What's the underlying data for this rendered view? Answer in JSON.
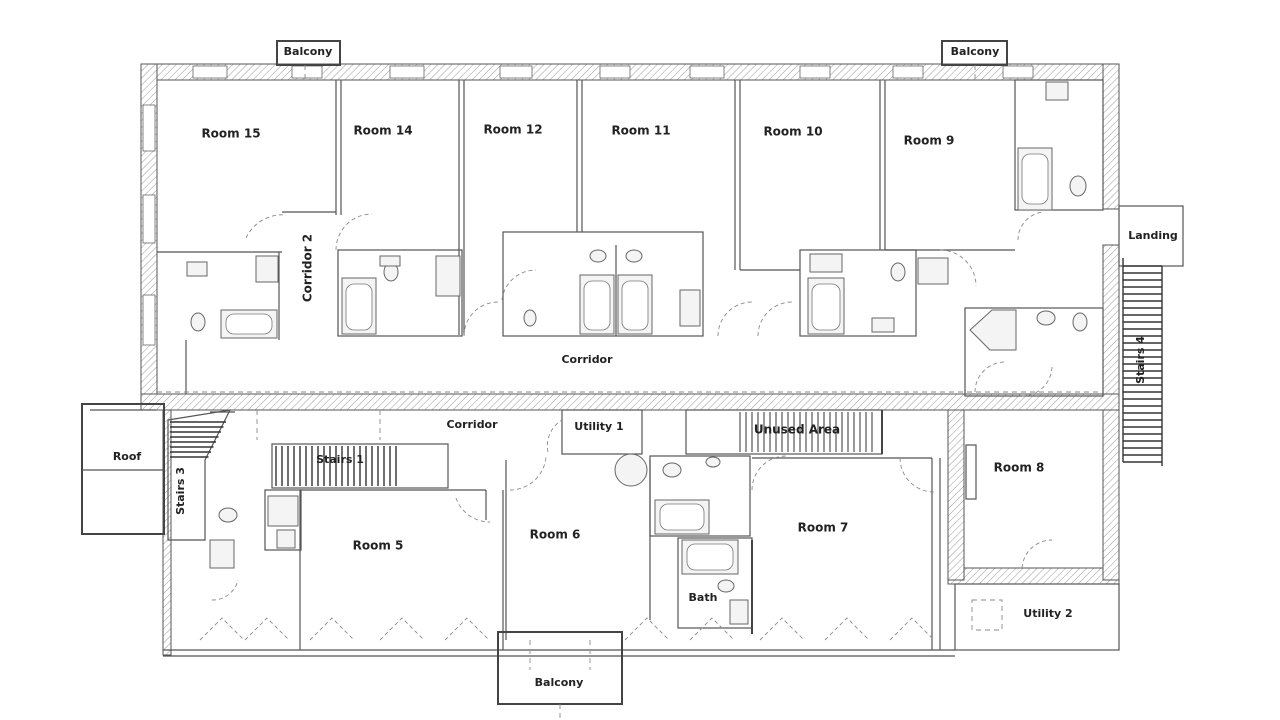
{
  "plan": {
    "rooms": {
      "room_15": "Room 15",
      "room_14": "Room 14",
      "room_12": "Room 12",
      "room_11": "Room 11",
      "room_10": "Room 10",
      "room_9": "Room 9",
      "room_8": "Room 8",
      "room_7": "Room 7",
      "room_6": "Room 6",
      "room_5": "Room 5"
    },
    "areas": {
      "corridor_2": "Corridor 2",
      "corridor_main": "Corridor",
      "corridor_lower": "Corridor",
      "utility_1": "Utility 1",
      "utility_2": "Utility 2",
      "unused_area": "Unused Area",
      "stairs_1": "Stairs 1",
      "stairs_3": "Stairs 3",
      "stairs_4": "Stairs 4",
      "landing": "Landing",
      "roof": "Roof",
      "bath": "Bath",
      "balcony_left": "Balcony",
      "balcony_right": "Balcony",
      "balcony_bottom": "Balcony"
    }
  }
}
